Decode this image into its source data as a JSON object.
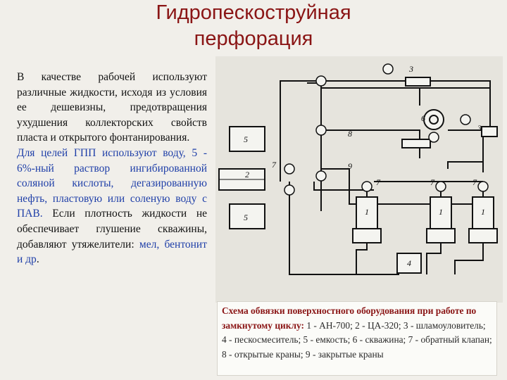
{
  "title": {
    "line1": "Гидропескоструйная",
    "line2": "перфорация"
  },
  "body": {
    "para1": "В качестве рабочей используют различные жидкости, исходя из условия ее дешевизны, предотвращения ухудшения коллекторских свойств пласта и открытого фонтанирования.",
    "para2_blue": "Для целей ГПП используют воду, 5 - 6%-ный раствор ингибированной соляной кислоты, дегазированную нефть, пластовую или соленую воду с ПАВ.",
    "para2_black": "Если плотность жидкости не обеспечивает глушение скважины, добавляют утяжелители:",
    "para2_blue_end": "мел, бентонит и др",
    "para2_end": "."
  },
  "diagram": {
    "labels": {
      "l1a": "1",
      "l1b": "1",
      "l1c": "1",
      "l2": "2",
      "l3a": "3",
      "l3b": "3",
      "l4": "4",
      "l5a": "5",
      "l5b": "5",
      "l6": "6",
      "l7a": "7",
      "l7b": "7",
      "l7c": "7",
      "l7d": "7",
      "l8": "8",
      "l9": "9"
    }
  },
  "caption": {
    "heading": "Схема обвязки поверхностного оборудования при работе по замкнутому циклу:",
    "legend": "1 - АН-700; 2 - ЦА-320; 3 - шламоуловитель; 4 - пескосмеситель; 5 - емкость; 6 - скважина; 7 - обратный клапан; 8 - открытые краны; 9 - закрытые краны"
  }
}
